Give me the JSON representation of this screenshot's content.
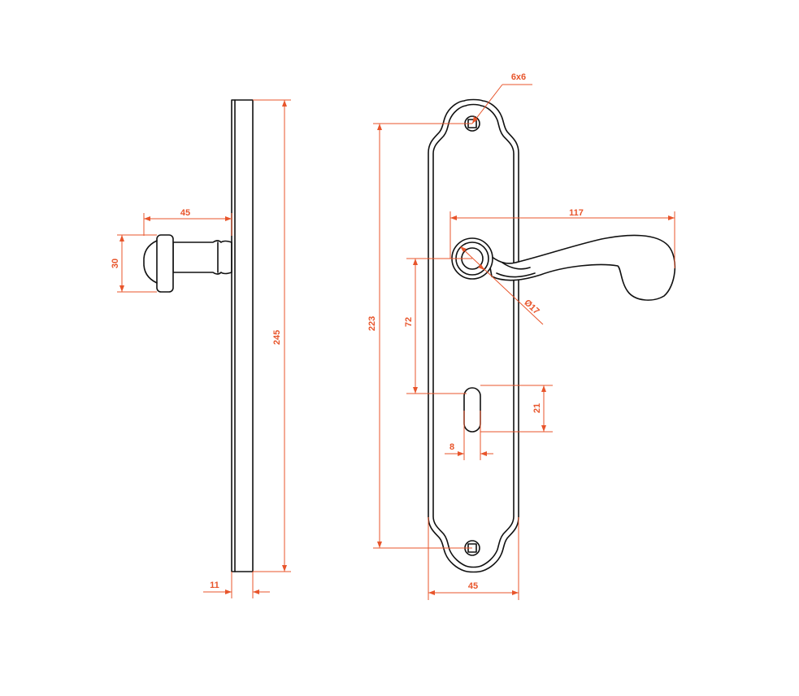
{
  "drawing": {
    "line_color": "#111111",
    "dimension_color": "#e8552b",
    "background": "#ffffff"
  },
  "side_view": {
    "dim_lever_length": "45",
    "dim_lever_height": "30",
    "dim_plate_height": "245",
    "dim_plate_thickness": "11"
  },
  "front_view": {
    "dim_screw_hole": "6x6",
    "dim_screw_spacing": "223",
    "dim_lever_length": "117",
    "dim_spindle_diameter": "Ø17",
    "dim_spindle_to_keyhole": "72",
    "dim_keyhole_height": "21",
    "dim_keyhole_width": "8",
    "dim_plate_width": "45"
  }
}
